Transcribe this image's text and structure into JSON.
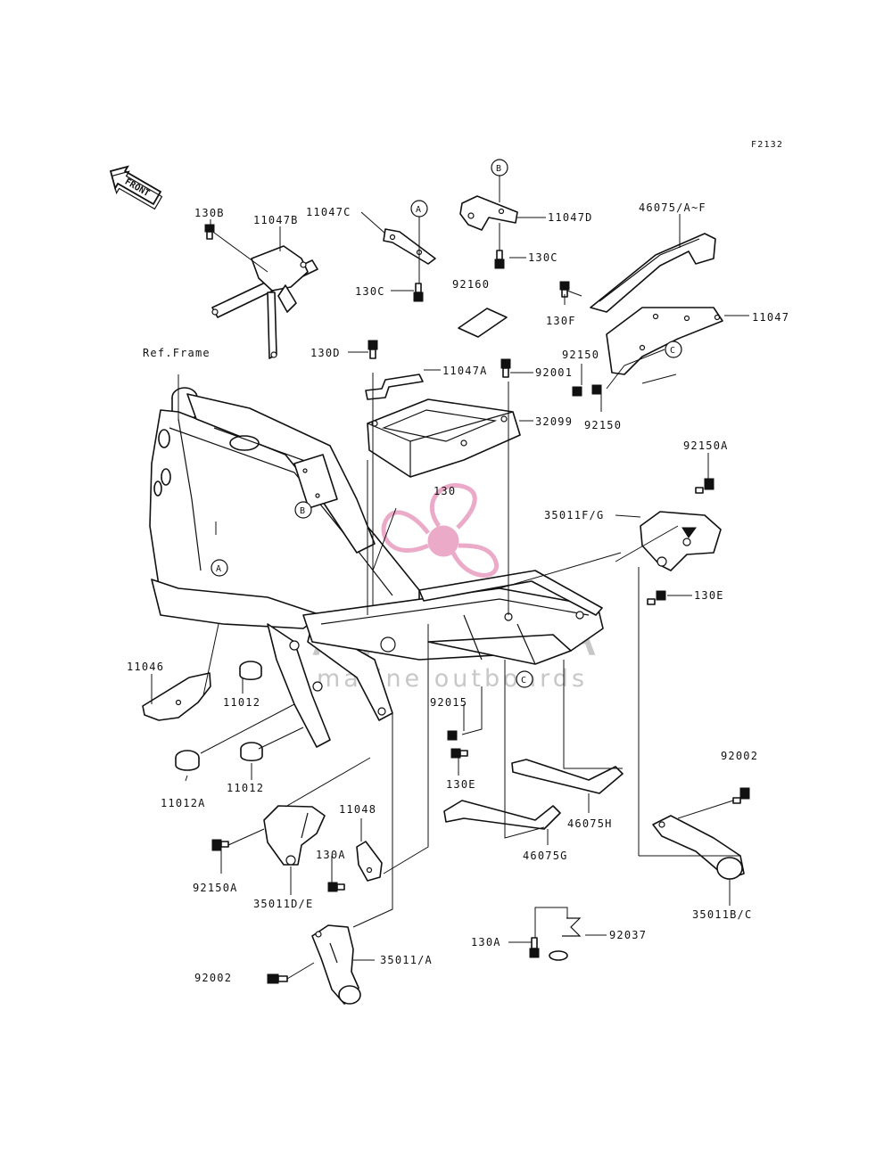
{
  "diagram_code": "F2132",
  "front_label": "FRONT",
  "ref_frame": "Ref.Frame",
  "watermark": {
    "brand": "ARMADA",
    "tagline": "marine outboards",
    "color": "#e58fb6"
  },
  "callouts": {
    "a": "A",
    "b": "B",
    "c": "C"
  },
  "labels": {
    "l130B": "130B",
    "l11047B": "11047B",
    "l11047C": "11047C",
    "l130C_left": "130C",
    "l11047D": "11047D",
    "l130C_right": "130C",
    "l92160": "92160",
    "l46075AF": "46075/A~F",
    "l130F": "130F",
    "l11047": "11047",
    "l130D": "130D",
    "l11047A": "11047A",
    "l92001": "92001",
    "l92150_top": "92150",
    "l92150_bottom": "92150",
    "l32099": "32099",
    "l130": "130",
    "l92150A_right": "92150A",
    "l35011FG": "35011F/G",
    "l130E_right": "130E",
    "l11046": "11046",
    "l11012_top": "11012",
    "l92015": "92015",
    "l11012A": "11012A",
    "l11012_bottom": "11012",
    "l130E_mid": "130E",
    "l92002_right": "92002",
    "l46075H": "46075H",
    "l11048": "11048",
    "l46075G": "46075G",
    "l130A_left": "130A",
    "l92150A_left": "92150A",
    "l35011DE": "35011D/E",
    "l35011BC": "35011B/C",
    "l92037": "92037",
    "l130A_bottom": "130A",
    "l92002_left": "92002",
    "l35011A": "35011/A"
  }
}
